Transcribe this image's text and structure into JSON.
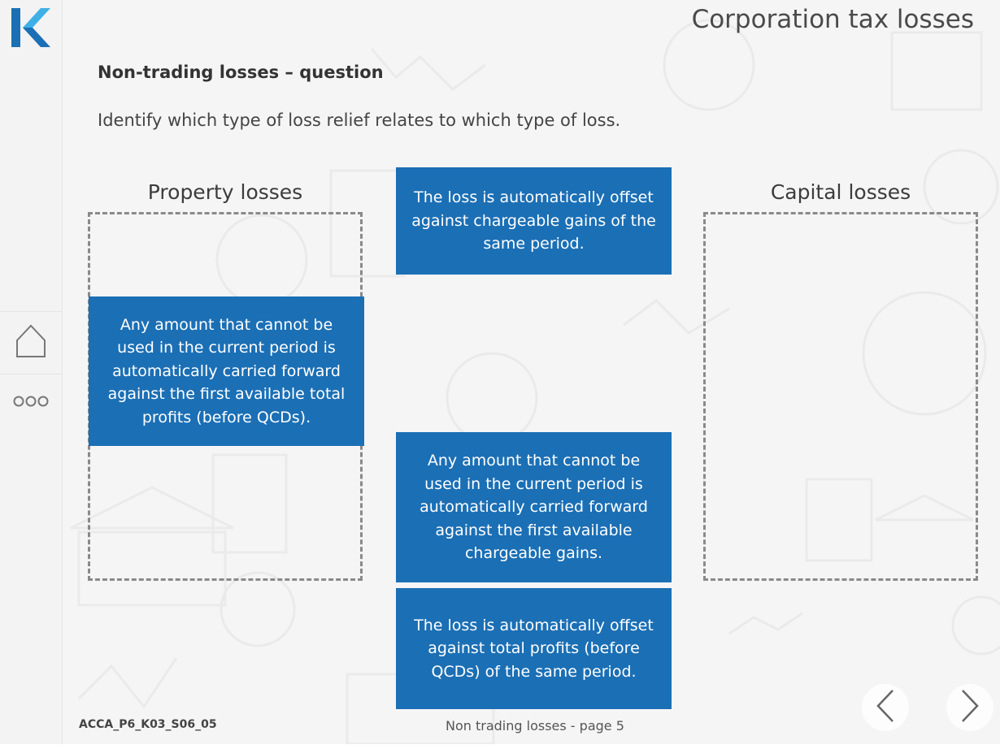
{
  "header": {
    "title": "Corporation tax losses"
  },
  "sidebar": {
    "logo_icon": "kaplan-k-logo",
    "home_icon": "home-icon",
    "more_icon": "more-dots-icon"
  },
  "question": {
    "heading": "Non-trading losses – question",
    "instructions": "Identify which type of loss relief relates to which type of loss."
  },
  "drop_zones": [
    {
      "label": "Property losses"
    },
    {
      "label": "Capital losses"
    }
  ],
  "cards": [
    {
      "text": "The loss is automatically offset against chargeable gains of the same period."
    },
    {
      "text": "Any amount that cannot be used in the current period is automatically carried forward against the first available total profits (before QCDs)."
    },
    {
      "text": "Any amount that cannot be used in the current period is automatically carried forward against the first available chargeable gains."
    },
    {
      "text": "The loss is automatically offset against total profits (before QCDs) of the same period."
    }
  ],
  "footer": {
    "code": "ACCA_P6_K03_S06_05",
    "page": "Non trading losses - page 5"
  },
  "nav": {
    "prev_icon": "chevron-left-icon",
    "next_icon": "chevron-right-icon"
  },
  "colors": {
    "card": "#1b6fb5",
    "logo_dark": "#1b6fb5",
    "logo_light": "#3fb0e6"
  }
}
